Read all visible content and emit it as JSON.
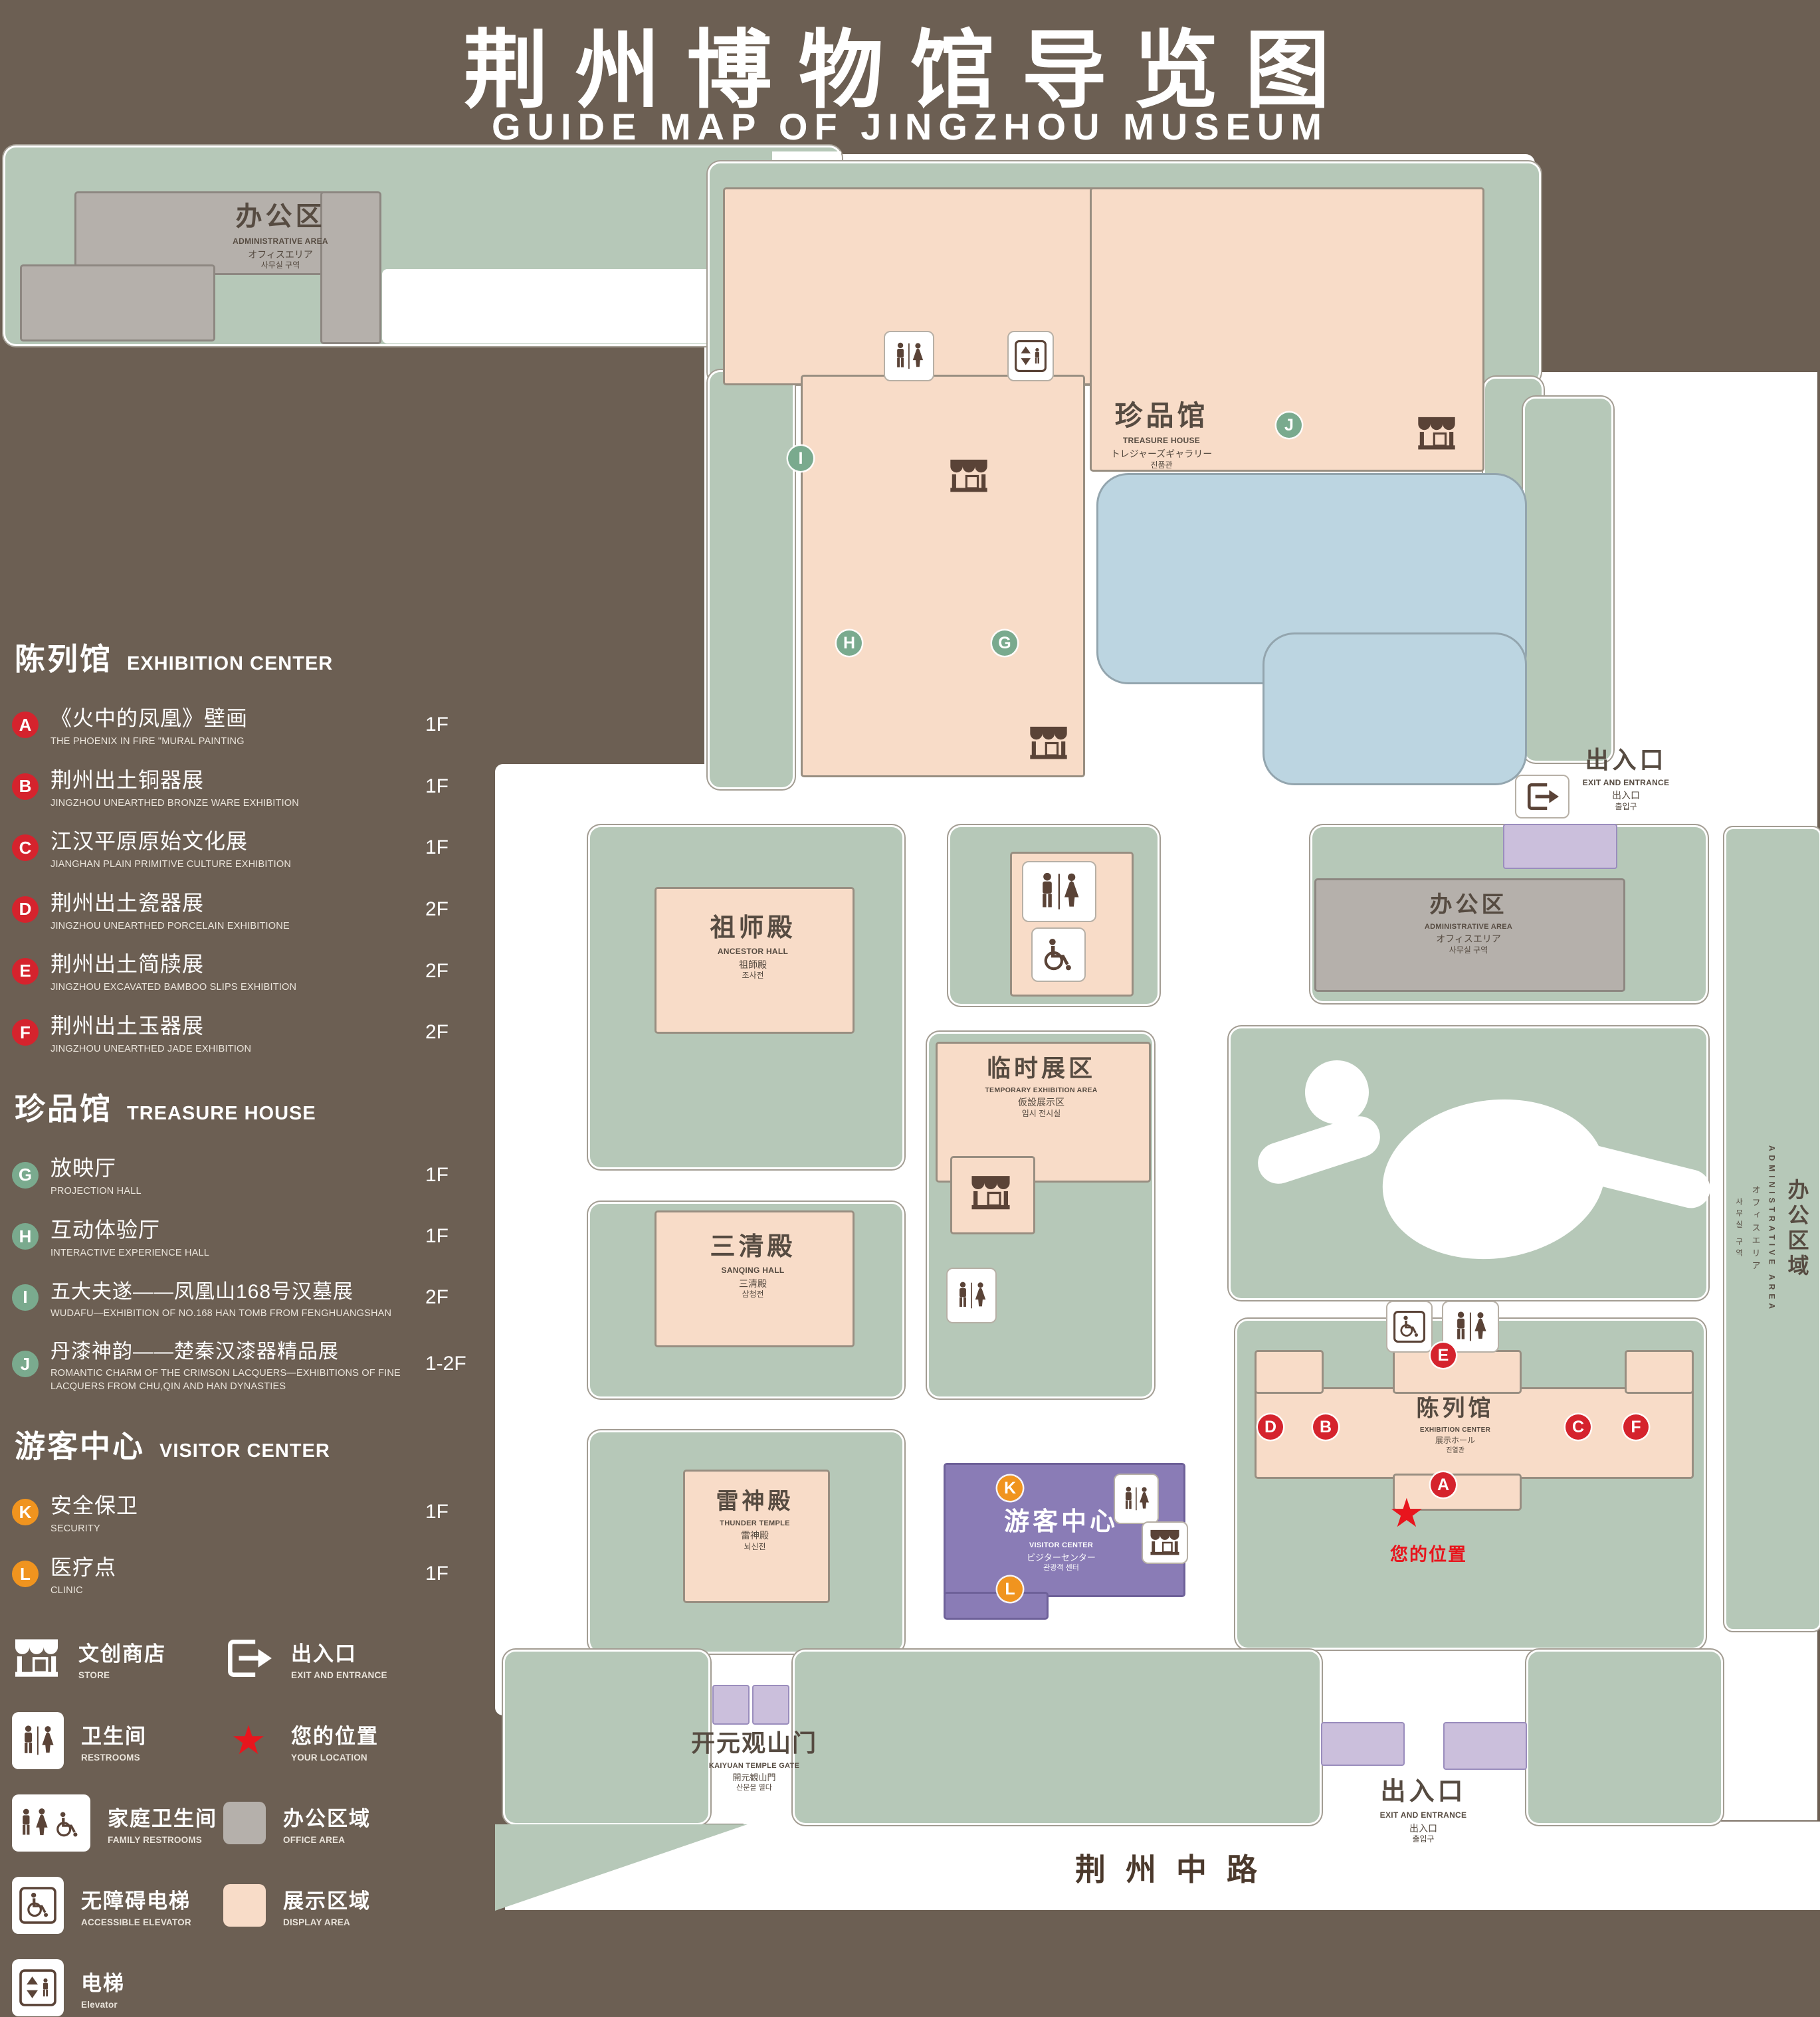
{
  "page": {
    "title": "荆州博物馆导览图",
    "subtitle": "GUIDE MAP OF JINGZHOU MUSEUM"
  },
  "colors": {
    "background": "#6c5f53",
    "lawn": "#b6c8b8",
    "display_area": "#f8dcc8",
    "office_area": "#b5b0ab",
    "visitor_center": "#8a7cb6",
    "gate_building": "#cbbfdc",
    "water": "#bcd5e1",
    "marker_red": "#d5232d",
    "marker_green": "#7aaa8e",
    "marker_orange": "#f0941f",
    "icon_brown": "#5a4337",
    "star_red": "#e8151d"
  },
  "legend": {
    "sections": [
      {
        "title_zh": "陈列馆",
        "title_en": "EXHIBITION CENTER",
        "items": [
          {
            "letter": "A",
            "zh": "《火中的凤凰》壁画",
            "en": "THE PHOENIX IN FIRE \"MURAL PAINTING",
            "floor": "1F"
          },
          {
            "letter": "B",
            "zh": "荆州出土铜器展",
            "en": "JINGZHOU UNEARTHED BRONZE WARE EXHIBITION",
            "floor": "1F"
          },
          {
            "letter": "C",
            "zh": "江汉平原原始文化展",
            "en": "JIANGHAN PLAIN PRIMITIVE CULTURE EXHIBITION",
            "floor": "1F"
          },
          {
            "letter": "D",
            "zh": "荆州出土瓷器展",
            "en": "JINGZHOU UNEARTHED PORCELAIN EXHIBITIONE",
            "floor": "2F"
          },
          {
            "letter": "E",
            "zh": "荆州出土简牍展",
            "en": "JINGZHOU EXCAVATED BAMBOO SLIPS EXHIBITION",
            "floor": "2F"
          },
          {
            "letter": "F",
            "zh": "荆州出土玉器展",
            "en": "JINGZHOU UNEARTHED JADE EXHIBITION",
            "floor": "2F"
          }
        ]
      },
      {
        "title_zh": "珍品馆",
        "title_en": "TREASURE HOUSE",
        "items": [
          {
            "letter": "G",
            "zh": "放映厅",
            "en": "PROJECTION HALL",
            "floor": "1F"
          },
          {
            "letter": "H",
            "zh": "互动体验厅",
            "en": "INTERACTIVE EXPERIENCE HALL",
            "floor": "1F"
          },
          {
            "letter": "I",
            "zh": "五大夫遂——凤凰山168号汉墓展",
            "en": "WUDAFU—EXHIBITION OF NO.168 HAN TOMB FROM FENGHUANGSHAN",
            "floor": "2F"
          },
          {
            "letter": "J",
            "zh": "丹漆神韵——楚秦汉漆器精品展",
            "en": "ROMANTIC CHARM OF THE CRIMSON LACQUERS—EXHIBITIONS OF FINE LACQUERS FROM CHU,QIN AND HAN DYNASTIES",
            "floor": "1-2F"
          }
        ]
      },
      {
        "title_zh": "游客中心",
        "title_en": "VISITOR CENTER",
        "items": [
          {
            "letter": "K",
            "zh": "安全保卫",
            "en": "SECURITY",
            "floor": "1F"
          },
          {
            "letter": "L",
            "zh": "医疗点",
            "en": "CLINIC",
            "floor": "1F"
          }
        ]
      }
    ],
    "symbols": [
      {
        "zh": "文创商店",
        "en": "STORE"
      },
      {
        "zh": "出入口",
        "en": "EXIT AND ENTRANCE"
      },
      {
        "zh": "卫生间",
        "en": "RESTROOMS"
      },
      {
        "zh": "您的位置",
        "en": "YOUR LOCATION"
      },
      {
        "zh": "家庭卫生间",
        "en": "FAMILY RESTROOMS"
      },
      {
        "zh": "办公区域",
        "en": "OFFICE AREA"
      },
      {
        "zh": "无障碍电梯",
        "en": "ACCESSIBLE ELEVATOR"
      },
      {
        "zh": "展示区域",
        "en": "DISPLAY AREA"
      },
      {
        "zh": "电梯",
        "en": "Elevator"
      }
    ]
  },
  "map": {
    "buildings": {
      "admin_nw": {
        "zh": "办公区",
        "en": "ADMINISTRATIVE AREA",
        "ja": "オフィスエリア",
        "kr": "사무실 구역"
      },
      "treasure_house": {
        "zh": "珍品馆",
        "en": "TREASURE HOUSE",
        "ja": "トレジャーズギャラリー",
        "kr": "진품관"
      },
      "ancestor_hall": {
        "zh": "祖师殿",
        "en": "ANCESTOR HALL",
        "ja": "祖師殿",
        "kr": "조사전"
      },
      "temporary": {
        "zh": "临时展区",
        "en": "TEMPORARY EXHIBITION AREA",
        "ja": "仮設展示区",
        "kr": "임시 전시실"
      },
      "admin_e": {
        "zh": "办公区",
        "en": "ADMINISTRATIVE AREA",
        "ja": "オフィスエリア",
        "kr": "사무실 구역"
      },
      "admin_right": {
        "zh": "办公区域",
        "en": "ADMINISTRATIVE AREA",
        "ja": "オフィスエリア",
        "kr": "사무실 구역"
      },
      "sanqing_hall": {
        "zh": "三清殿",
        "en": "SANQING HALL",
        "ja": "三清殿",
        "kr": "삼청전"
      },
      "thunder_temple": {
        "zh": "雷神殿",
        "en": "THUNDER TEMPLE",
        "ja": "雷神殿",
        "kr": "뇌신전"
      },
      "visitor_center": {
        "zh": "游客中心",
        "en": "VISITOR CENTER",
        "ja": "ビジターセンター",
        "kr": "관광객 센터"
      },
      "exhibition_center": {
        "zh": "陈列馆",
        "en": "EXHIBITION CENTER",
        "ja": "展示ホール",
        "kr": "진열관"
      },
      "gate": {
        "zh": "开元观山门",
        "en": "KAIYUAN TEMPLE GATE",
        "ja": "開元観山門",
        "kr": "산문을 열다"
      }
    },
    "exits": {
      "ne": {
        "zh": "出入口",
        "en": "EXIT AND ENTRANCE",
        "ja": "出入口",
        "kr": "출입구"
      },
      "south": {
        "zh": "出入口",
        "en": "EXIT AND ENTRANCE",
        "ja": "出入口",
        "kr": "출입구"
      }
    },
    "your_location": "您的位置",
    "road": "荆州中路",
    "markers": [
      "A",
      "B",
      "C",
      "D",
      "E",
      "F",
      "G",
      "H",
      "I",
      "J",
      "K",
      "L"
    ]
  }
}
